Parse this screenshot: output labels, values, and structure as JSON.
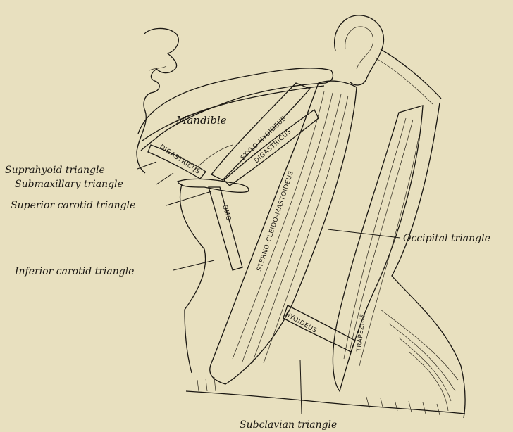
{
  "labels": {
    "mandible": "Mandible",
    "suprahyoid": "Suprahyoid triangle",
    "submaxillary": "Submaxillary triangle",
    "superior_carotid": "Superior carotid triangle",
    "inferior_carotid": "Inferior carotid triangle",
    "occipital": "Occipital triangle",
    "subclavian": "Subclavian triangle"
  },
  "muscles": {
    "digastricus_anterior": "DIGASTRICUS",
    "digastricus_posterior": "DIGASTRICUS",
    "stylohyoideus": "STYLO-HYOIDEUS",
    "sternocleidomastoideus": "STERNO-CLEIDO-MASTOIDEUS",
    "omohyoideus_upper": "OMO",
    "omohyoideus_lower": "HYOIDEUS",
    "trapezius": "TRAPEZIUS"
  }
}
